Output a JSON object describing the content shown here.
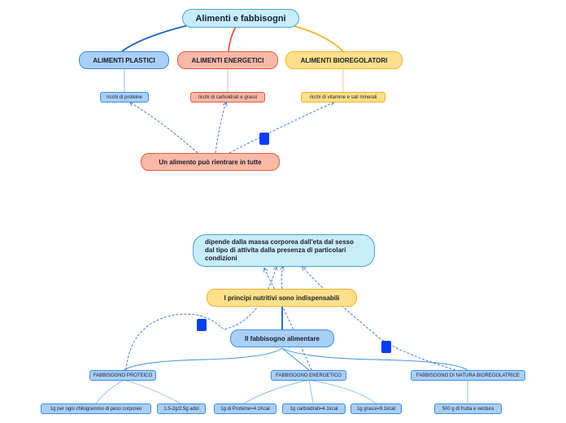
{
  "map1": {
    "root": "Alimenti e fabbisogni",
    "plastici": "ALIMENTI PLASTICI",
    "energetici": "ALIMENTI ENERGETICI",
    "bioregolatori": "ALIMENTI BIOREGOLATORI",
    "proteine": "ricchi di proteine",
    "carboidrati": "ricchi di carboidrati e grassi",
    "vitamine": "ricchi di vitamine e sali minerali",
    "alimento": "Un alimento può rientrare in tutte"
  },
  "map2": {
    "dipende": "dipende dalla massa corporea dall'eta dal sesso dal tipo di attivita dalla presenza di particolari condizioni",
    "principi": "I principi nutritivi sono indispensabili",
    "fabbisogno": "Il fabbisogno alimentare",
    "proteico": "FABBISOGNO PROTEICO",
    "energetico": "FABBISOGNO ENERGETICO",
    "bioregolatrice": "FABBISOGNO DI NATURA BIOREGOLATRICE",
    "leaf_peso": "1g per ogni chilogrammo di peso corporeo",
    "leaf_adol": "1.5-2g/2.5g adol",
    "leaf_proteine": "1g di Proteine=4.1Kcal",
    "leaf_carboidrati": "1g carboidrati=4.1kcal",
    "leaf_grassi": "1g  grassi=9.1kcal",
    "leaf_frutta": "500 g di frutta e verdura"
  },
  "colors": {
    "blue_line": "#2f6fd1",
    "salmon_line": "#e25e3c",
    "yellow_line": "#f2b22b",
    "marker": "#0a3ef0"
  }
}
